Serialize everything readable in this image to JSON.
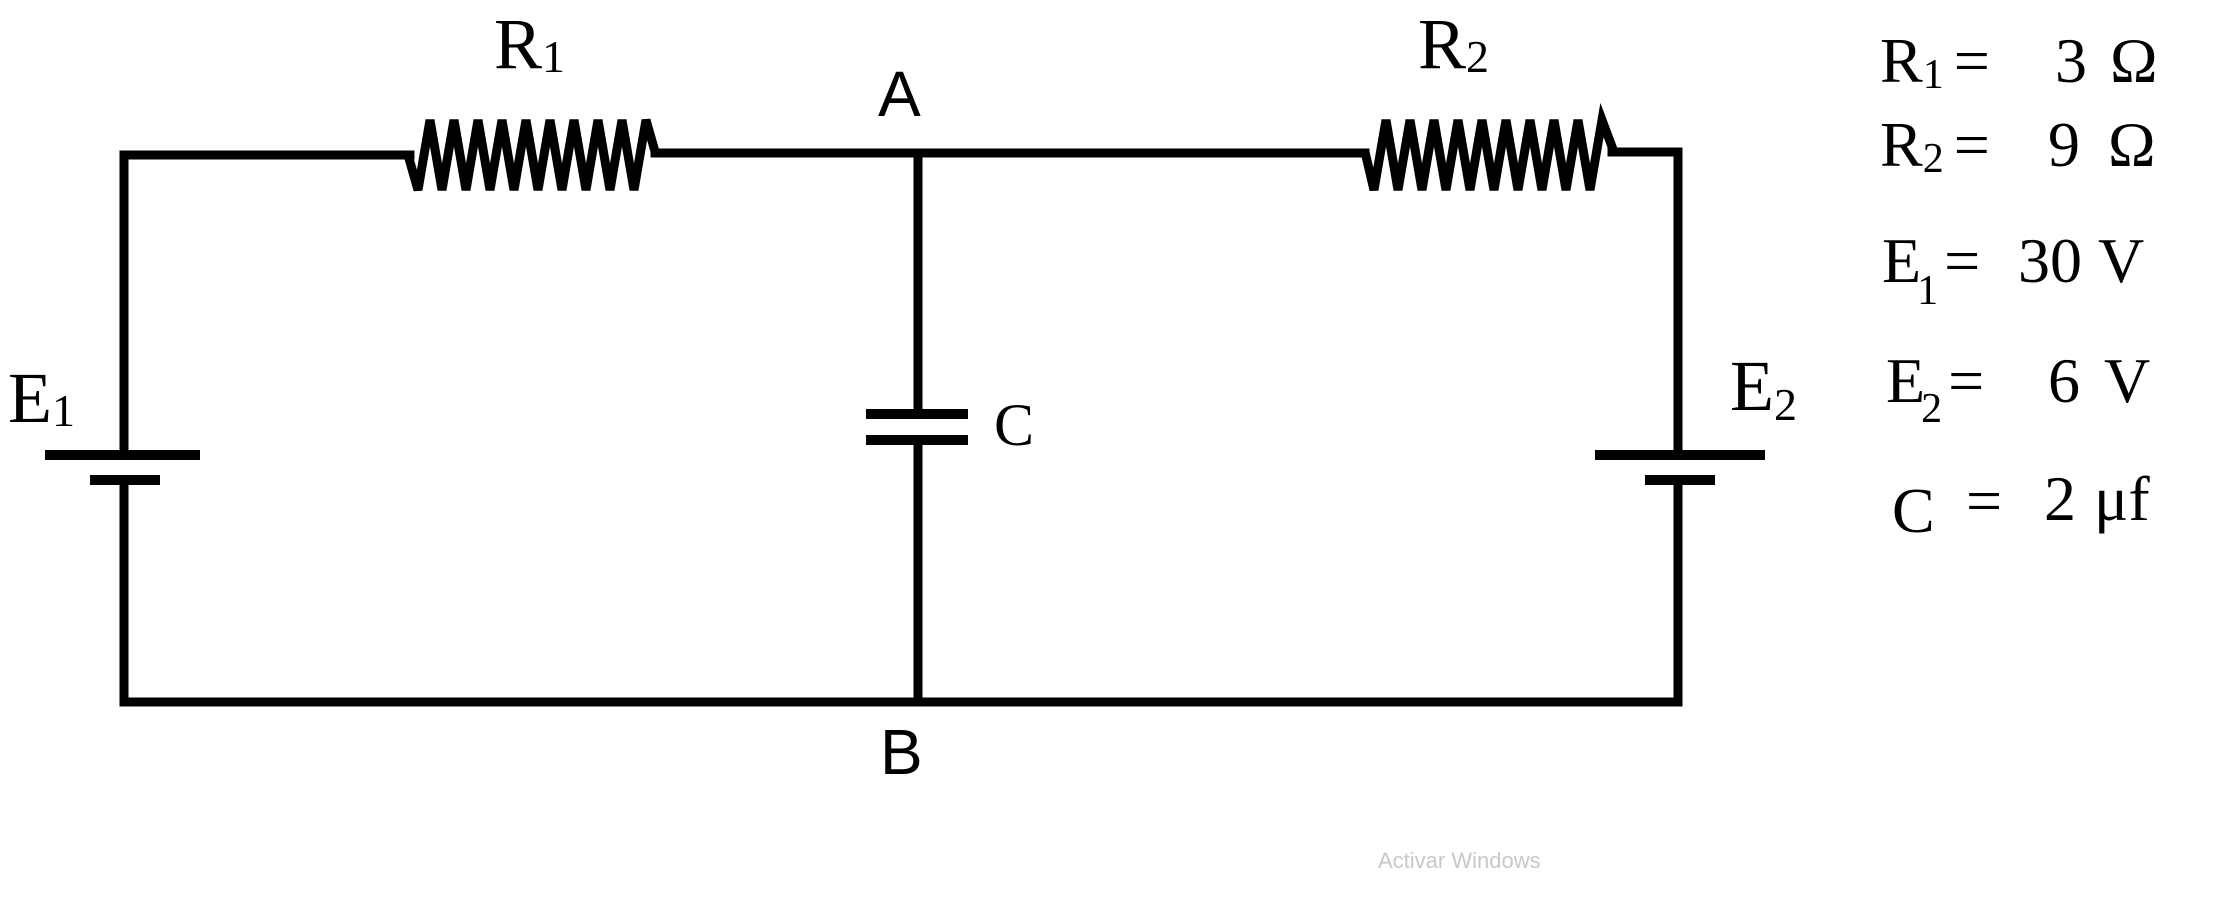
{
  "labels": {
    "r1": {
      "main": "R",
      "sub": "1"
    },
    "r2": {
      "main": "R",
      "sub": "2"
    },
    "e1": {
      "main": "E",
      "sub": "1"
    },
    "e2": {
      "main": "E",
      "sub": "2"
    },
    "c": "C",
    "node_a": "A",
    "node_b": "B"
  },
  "values": {
    "r1": {
      "symbol": "R",
      "sub": "1",
      "equals": "=",
      "value": "3",
      "unit": "Ω"
    },
    "r2": {
      "symbol": "R",
      "sub": "2",
      "equals": "=",
      "value": "9",
      "unit": "Ω"
    },
    "e1": {
      "symbol": "E",
      "sub": "1",
      "equals": "=",
      "value": "30",
      "unit": "V"
    },
    "e2": {
      "symbol": "E",
      "sub": "2",
      "equals": "=",
      "value": "6",
      "unit": "V"
    },
    "c": {
      "symbol": "C",
      "equals": "=",
      "value": "2",
      "unit": "μf"
    }
  },
  "watermark": "Activar Windows"
}
